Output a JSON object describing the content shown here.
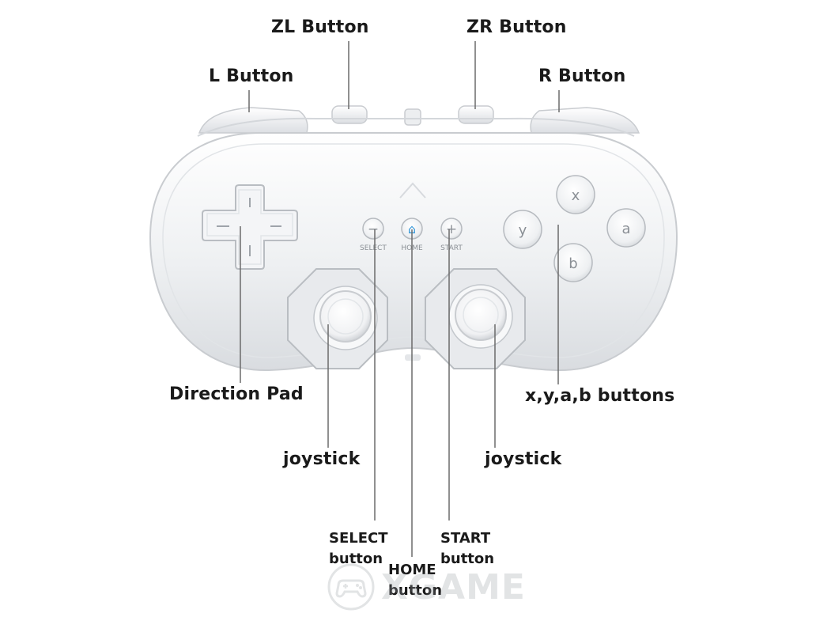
{
  "labels": {
    "zl": "ZL Button",
    "zr": "ZR Button",
    "l": "L Button",
    "r": "R Button",
    "dpad": "Direction Pad",
    "xyab": "x,y,a,b buttons",
    "joystick_left": "joystick",
    "joystick_right": "joystick",
    "select_line1": "SELECT",
    "select_line2": "button",
    "start_line1": "START",
    "start_line2": "button",
    "home_line1": "HOME",
    "home_line2": "button"
  },
  "controller": {
    "select_symbol": "−",
    "home_symbol": "⌂",
    "start_symbol": "+",
    "select_text": "SELECT",
    "home_text": "HOME",
    "start_text": "START",
    "btn_x": "x",
    "btn_y": "y",
    "btn_a": "a",
    "btn_b": "b"
  },
  "watermark": {
    "text": "XGAME"
  },
  "colors": {
    "body": "#eceef0",
    "outline": "#c9ccd0",
    "home_accent": "#3a9ad9",
    "leader": "#6b6b6b"
  }
}
